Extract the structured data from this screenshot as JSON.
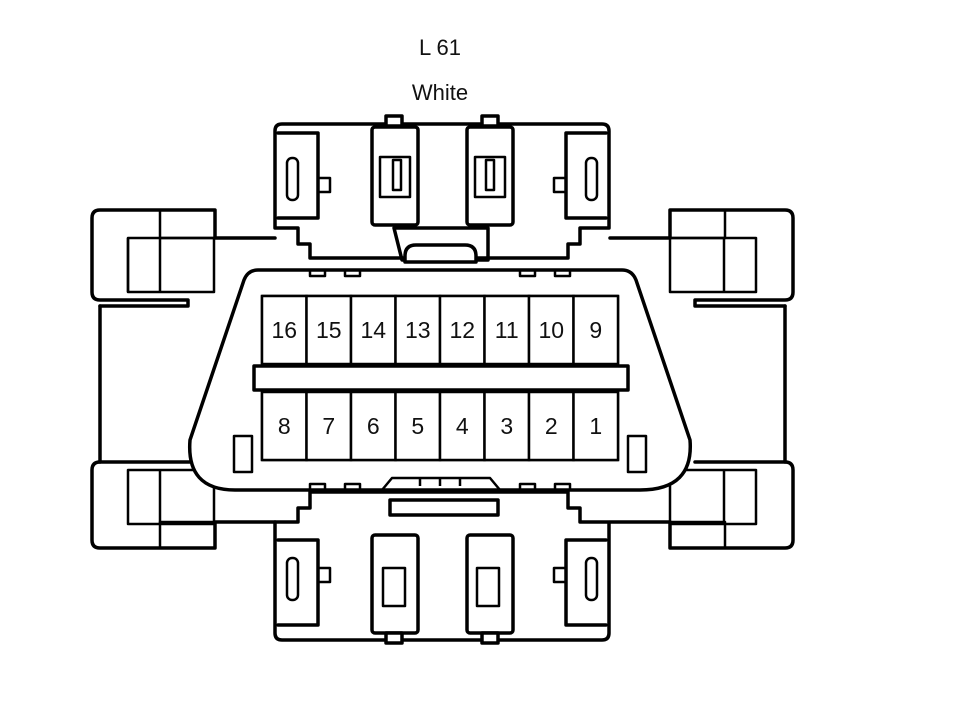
{
  "connector": {
    "code": "L 61",
    "color": "White"
  },
  "pins": {
    "top_row": [
      "16",
      "15",
      "14",
      "13",
      "12",
      "11",
      "10",
      "9"
    ],
    "bottom_row": [
      "8",
      "7",
      "6",
      "5",
      "4",
      "3",
      "2",
      "1"
    ]
  }
}
